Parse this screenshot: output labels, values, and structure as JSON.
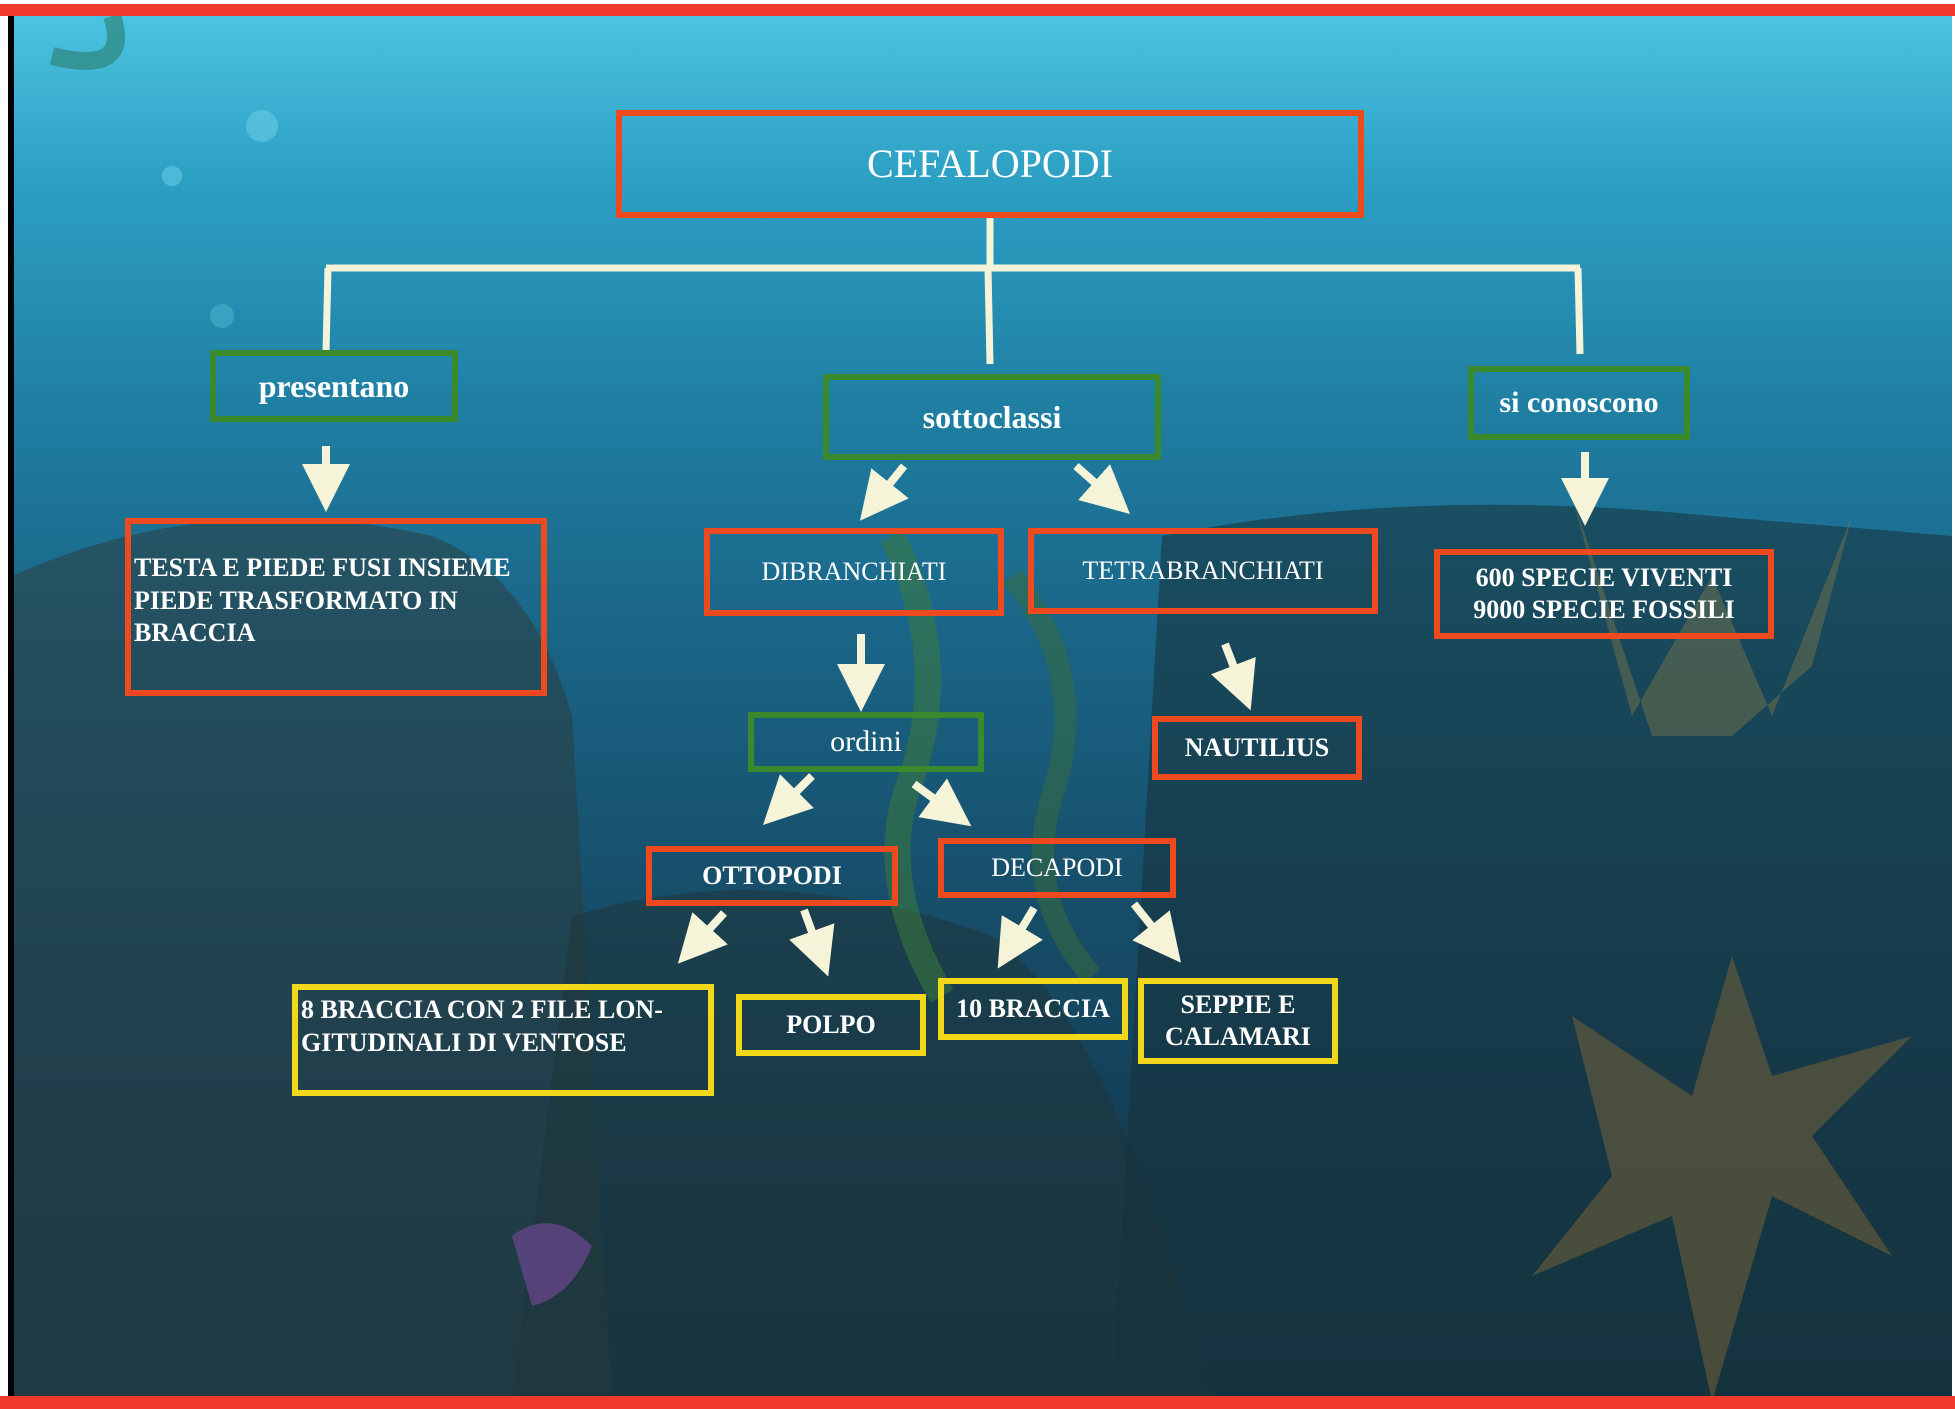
{
  "diagram": {
    "root": "CEFALOPODI",
    "branches": {
      "presentano": "presentano",
      "sottoclassi": "sottoclassi",
      "si_conoscono": "si conoscono"
    },
    "features": "TESTA E PIEDE FUSI INSIEME\nPIEDE TRASFORMATO IN\nBRACCIA",
    "subclasses": {
      "dibranchiati": "DIBRANCHIATI",
      "tetrabranchiati": "TETRABRANCHIATI"
    },
    "ordini": "ordini",
    "nautilius": "NAUTILIUS",
    "orders": {
      "ottopodi": "OTTOPODI",
      "decapodi": "DECAPODI"
    },
    "ottopodi_children": {
      "braccia8": "8 BRACCIA CON 2 FILE LON-\nGITUDINALI DI VENTOSE",
      "polpo": "POLPO"
    },
    "decapodi_children": {
      "braccia10": "10 BRACCIA",
      "seppie": "SEPPIE E\nCALAMARI"
    },
    "species": "600 SPECIE VIVENTI\n9000 SPECIE FOSSILI"
  },
  "colors": {
    "red_border": "#ef4a1f",
    "green_border": "#3a8a2c",
    "yellow_border": "#f2d81a",
    "connector": "#f5f3d8",
    "frame_red": "#ef3a2c"
  }
}
